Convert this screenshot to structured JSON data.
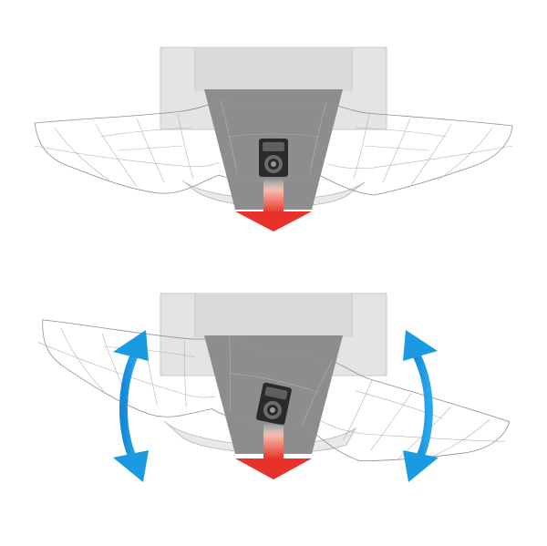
{
  "colors": {
    "background": "#ffffff",
    "back_panel": "#e4e4e4",
    "opening": "#8d8d8d",
    "outline": "#8f8f8f",
    "pull_arrow": "#e8312a",
    "pull_arrow_glow": "#f7b9a8",
    "movement_arrow": "#1a9ae0",
    "buckle_body": "#2a2a2a",
    "buckle_ring": "#6b6b6b"
  },
  "icons": {
    "pull_arrow": "arrow-down-icon",
    "movement_arrow": "double-headed-arrow-icon",
    "buckle": "strap-buckle-icon"
  },
  "panels": [
    {
      "state": "static",
      "tilt_degrees": 0
    },
    {
      "state": "moving",
      "tilt_degrees": 12
    }
  ]
}
